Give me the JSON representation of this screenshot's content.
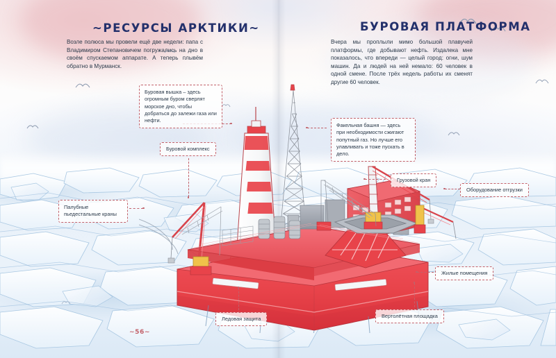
{
  "spread": {
    "page_number": "~56~",
    "accent_color": "#c2616a",
    "heading_color": "#23306b",
    "body_color": "#2b3a4a",
    "rig_color": "#e8434a",
    "ice_color": "#e4eef8"
  },
  "left_page": {
    "heading": "~РЕСУРСЫ АРКТИКИ~",
    "body": "Возле полюса мы провели ещё две недели: папа с Владимиром Степановичем погружались на дно в своём спускаемом аппарате. А теперь плывём обратно в Мурманск."
  },
  "right_page": {
    "heading": "БУРОВАЯ ПЛАТФОРМА",
    "body": "Вчера мы проплыли мимо большой плавучей платформы, где добывают нефть. Издалека мне показалось, что впереди — целый город: огни, шум машин. Да и людей на ней немало: 60 человек в одной смене. После трёх недель работы их сменят другие 60 человек."
  },
  "callouts": [
    {
      "id": "derrick",
      "label": "Буровая вышка – здесь огромным буром сверлят морское дно, чтобы добраться до залежи газа или нефти."
    },
    {
      "id": "drilling-complex",
      "label": "Буровой комплекс"
    },
    {
      "id": "flare-tower",
      "label": "Факельная башня — здесь при необходимости сжигают попутный газ. Но лучше его улавливать и тоже пускать в дело."
    },
    {
      "id": "cargo-crane",
      "label": "Грузовой кран"
    },
    {
      "id": "loading-equipment",
      "label": "Оборудование отгрузки"
    },
    {
      "id": "deck-cranes",
      "label": "Палубные пьедестальные краны"
    },
    {
      "id": "living-quarters",
      "label": "Жилые помещения"
    },
    {
      "id": "helipad",
      "label": "Вертолётная площадка"
    },
    {
      "id": "ice-protection",
      "label": "Ледовая защита"
    }
  ]
}
